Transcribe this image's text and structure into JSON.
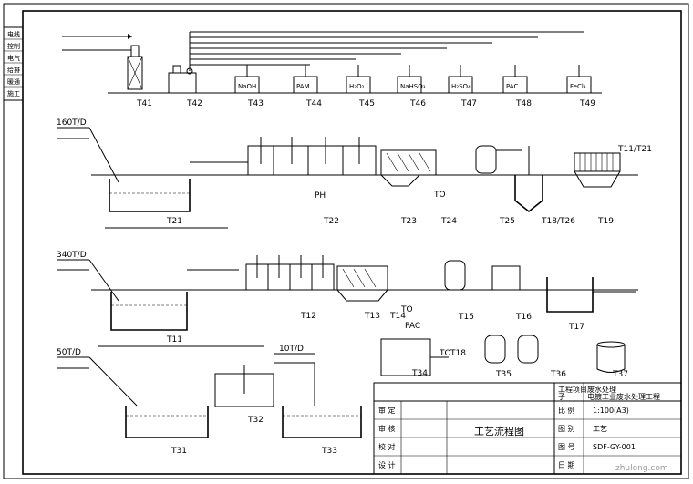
{
  "left_column": [
    "电线",
    "控制",
    "电气",
    "给排",
    "暖通",
    "施工"
  ],
  "flows": {
    "t160": "160T/D",
    "t340": "340T/D",
    "t50": "50T/D",
    "t10": "10T/D"
  },
  "top_tanks": [
    {
      "tag": "NaOH",
      "id": "T43"
    },
    {
      "tag": "PAM",
      "id": "T44"
    },
    {
      "tag": "H₂O₂",
      "id": "T45"
    },
    {
      "tag": "NaHSO₃",
      "id": "T46"
    },
    {
      "tag": "H₂SO₄",
      "id": "T47"
    },
    {
      "tag": "PAC",
      "id": "T48"
    },
    {
      "tag": "FeCl₃",
      "id": "T49"
    }
  ],
  "tanks": {
    "T41": "T41",
    "T42": "T42",
    "T21": "T21",
    "T22": "T22",
    "T23": "T23",
    "T24": "T24",
    "T25": "T25",
    "T18T26": "T18/T26",
    "T19": "T19",
    "T11T21": "T11/T21",
    "T11": "T11",
    "T12": "T12",
    "T13": "T13",
    "T14": "T14",
    "T15": "T15",
    "T16": "T16",
    "T17": "T17",
    "T32": "T32",
    "T31": "T31",
    "T33": "T33",
    "T34": "T34",
    "T18": "T18",
    "T35": "T35",
    "T36": "T36",
    "T37": "T37"
  },
  "labels": {
    "ph": "PH",
    "pac": "PAC",
    "to1": "TO",
    "to2": "TO",
    "to3": "TO"
  },
  "title_block": {
    "main_title": "工艺流程图",
    "rows_left": [
      "审 定",
      "审 核",
      "校 对",
      "设 计"
    ],
    "rows_right": [
      {
        "k": "比 例",
        "v": "1:100(A3)"
      },
      {
        "k": "图 别",
        "v": "工艺"
      },
      {
        "k": "图 号",
        "v": "SDF-GY-001"
      },
      {
        "k": "日 期",
        "v": ""
      }
    ],
    "project_label": "工程项目",
    "sub_label": "子",
    "project_name": "废水处理",
    "sub_name": "电镀工业废水处理工程"
  },
  "watermark": "zhulong.com"
}
